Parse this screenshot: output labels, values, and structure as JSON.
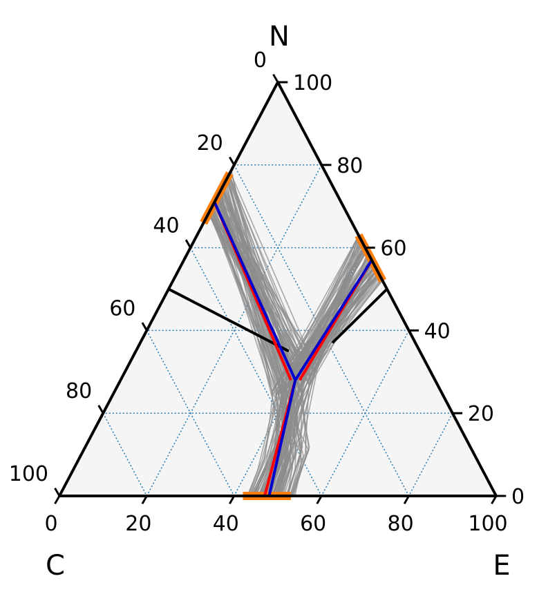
{
  "chart_data": {
    "type": "ternary",
    "vertices": {
      "top": "N",
      "left": "C",
      "right": "E"
    },
    "axis_ticks": [
      0,
      20,
      40,
      60,
      80,
      100
    ],
    "grid": true,
    "colors": {
      "background": "#f5f5f5",
      "grid": "#1f77b4",
      "bundle": "#8c8c8c",
      "boundary_bars": "#ff7f0e",
      "mean_path": "#0000cc",
      "red_path": "#ff0000",
      "black_lines": "#000000"
    },
    "branch_point": {
      "N": 28,
      "E": 40,
      "C": 32
    },
    "black_boundaries": [
      {
        "from": {
          "N": 50,
          "E": 0,
          "C": 50
        },
        "to": {
          "N": 35,
          "E": 35,
          "C": 30
        }
      },
      {
        "from": {
          "N": 50,
          "E": 50,
          "C": 0
        },
        "to": {
          "N": 37,
          "E": 44,
          "C": 19
        }
      }
    ],
    "boundary_intervals": [
      {
        "edge": "C-N",
        "from": {
          "N": 66,
          "E": 0,
          "C": 34
        },
        "to": {
          "N": 78,
          "E": 0,
          "C": 22
        }
      },
      {
        "edge": "N-E",
        "from": {
          "N": 52,
          "E": 48,
          "C": 0
        },
        "to": {
          "N": 63,
          "E": 37,
          "C": 0
        }
      },
      {
        "edge": "C-E",
        "from": {
          "N": 0,
          "E": 42,
          "C": 58
        },
        "to": {
          "N": 0,
          "E": 53,
          "C": 47
        }
      }
    ],
    "mean_paths": [
      {
        "color": "blue",
        "points": [
          {
            "N": 71,
            "E": 0,
            "C": 29
          },
          {
            "N": 28,
            "E": 40,
            "C": 32
          }
        ]
      },
      {
        "color": "blue",
        "points": [
          {
            "N": 57,
            "E": 43,
            "C": 0
          },
          {
            "N": 28,
            "E": 40,
            "C": 32
          }
        ]
      },
      {
        "color": "blue",
        "points": [
          {
            "N": 28,
            "E": 40,
            "C": 32
          },
          {
            "N": 0,
            "E": 48,
            "C": 52
          }
        ]
      },
      {
        "color": "red",
        "points": [
          {
            "N": 71,
            "E": 0,
            "C": 29
          },
          {
            "N": 28,
            "E": 39,
            "C": 33
          }
        ]
      },
      {
        "color": "red",
        "points": [
          {
            "N": 57,
            "E": 43,
            "C": 0
          },
          {
            "N": 28,
            "E": 41,
            "C": 31
          }
        ]
      },
      {
        "color": "red",
        "points": [
          {
            "N": 28,
            "E": 40,
            "C": 32
          },
          {
            "N": 0,
            "E": 47,
            "C": 53
          }
        ]
      }
    ]
  }
}
